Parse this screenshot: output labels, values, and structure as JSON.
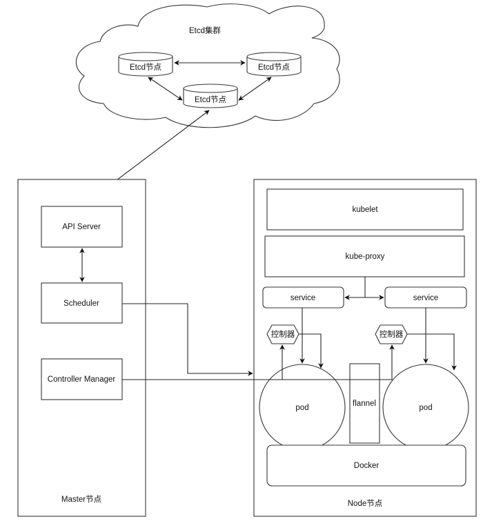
{
  "etcd_cluster": {
    "title": "Etcd集群",
    "nodes": [
      {
        "label": "Etcd节点"
      },
      {
        "label": "Etcd节点"
      },
      {
        "label": "Etcd节点"
      }
    ]
  },
  "master": {
    "title": "Master节点",
    "components": {
      "api_server": "API Server",
      "scheduler": "Scheduler",
      "controller_manager": "Controller Manager"
    }
  },
  "node": {
    "title": "Node节点",
    "kubelet": "kubelet",
    "kube_proxy": "kube-proxy",
    "services": [
      {
        "label": "service"
      },
      {
        "label": "service"
      }
    ],
    "controllers": [
      {
        "label": "控制器"
      },
      {
        "label": "控制器"
      }
    ],
    "pods": [
      {
        "label": "pod"
      },
      {
        "label": "pod"
      }
    ],
    "flannel": "flannel",
    "docker": "Docker"
  }
}
